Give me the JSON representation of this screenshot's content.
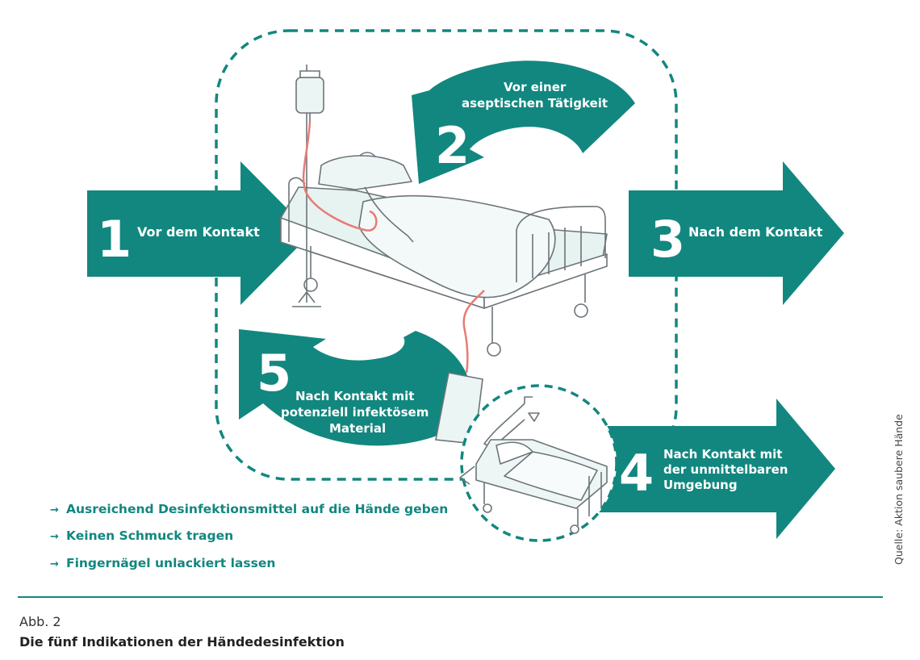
{
  "colors": {
    "teal": "#12877f",
    "tube": "#e77b76",
    "line": "#6c7478",
    "fill": "#d9eeec"
  },
  "indications": [
    {
      "number": "1",
      "label": "Vor dem Kontakt"
    },
    {
      "number": "2",
      "label_lines": [
        "Vor einer",
        "aseptischen Tätigkeit"
      ]
    },
    {
      "number": "3",
      "label": "Nach dem Kontakt"
    },
    {
      "number": "4",
      "label_lines": [
        "Nach Kontakt mit",
        "der unmittelbaren",
        "Umgebung"
      ]
    },
    {
      "number": "5",
      "label_lines": [
        "Nach Kontakt mit",
        "potenziell infektösem",
        "Material"
      ]
    }
  ],
  "bullets": [
    "Ausreichend Desinfektionsmittel auf die Hände geben",
    "Keinen Schmuck tragen",
    "Fingernägel unlackiert lassen"
  ],
  "bullet_arrow": "→",
  "source": "Quelle: Aktion saubere Hände",
  "caption": {
    "label": "Abb. 2",
    "title": "Die fünf Indikationen der Händedesinfektion"
  },
  "icons": [
    "patient-bed-illustration",
    "iv-drip-icon",
    "urine-bag-icon",
    "empty-bed-icon"
  ]
}
